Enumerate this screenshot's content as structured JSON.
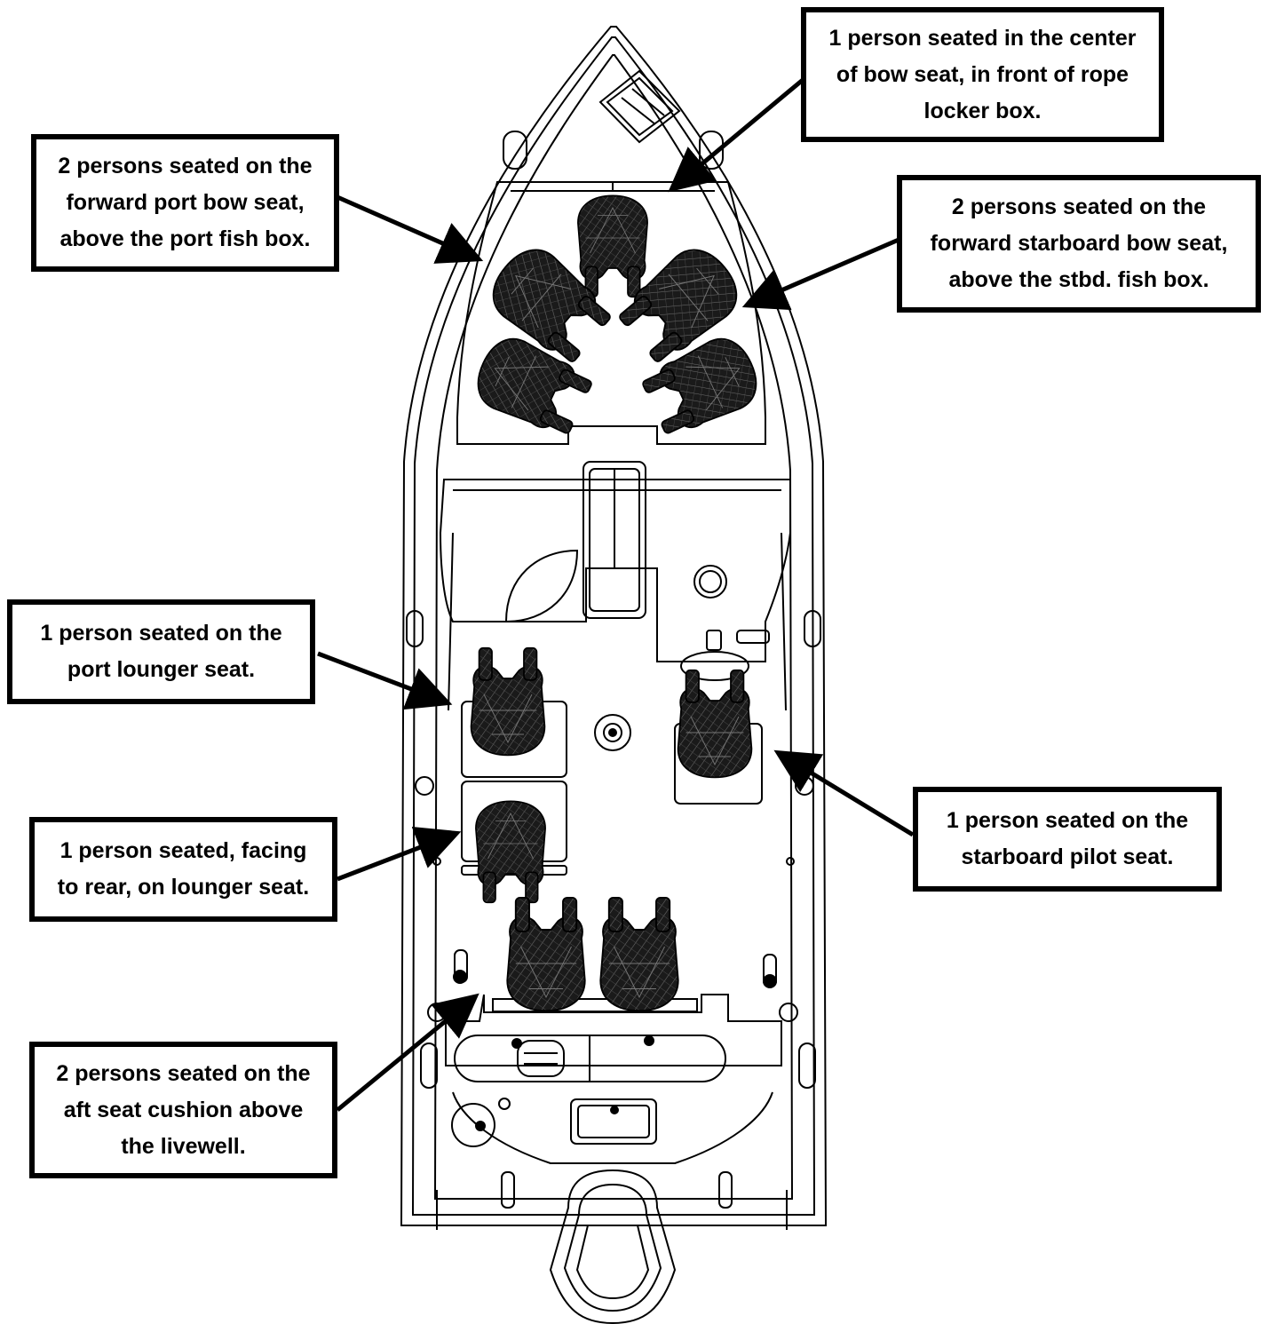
{
  "callouts": {
    "bow_center": {
      "lines": [
        "1 person seated in the center",
        "of bow seat, in front of rope",
        "locker box."
      ]
    },
    "port_bow": {
      "lines": [
        "2 persons seated on the",
        "forward port bow seat,",
        "above the port fish box."
      ]
    },
    "stbd_bow": {
      "lines": [
        "2 persons seated on the",
        "forward starboard bow seat,",
        "above the stbd. fish box."
      ]
    },
    "port_lounger": {
      "lines": [
        "1 person seated on the",
        "port lounger seat."
      ]
    },
    "rear_lounger": {
      "lines": [
        "1 person seated, facing",
        "to rear, on lounger seat."
      ]
    },
    "stbd_pilot": {
      "lines": [
        "1 person seated on the",
        "starboard pilot seat."
      ]
    },
    "aft_seat": {
      "lines": [
        "2 persons seated on the",
        "aft seat cushion above",
        "the livewell."
      ]
    }
  },
  "colors": {
    "line": "#000000",
    "background": "#ffffff",
    "figure_fill": "#111111"
  }
}
